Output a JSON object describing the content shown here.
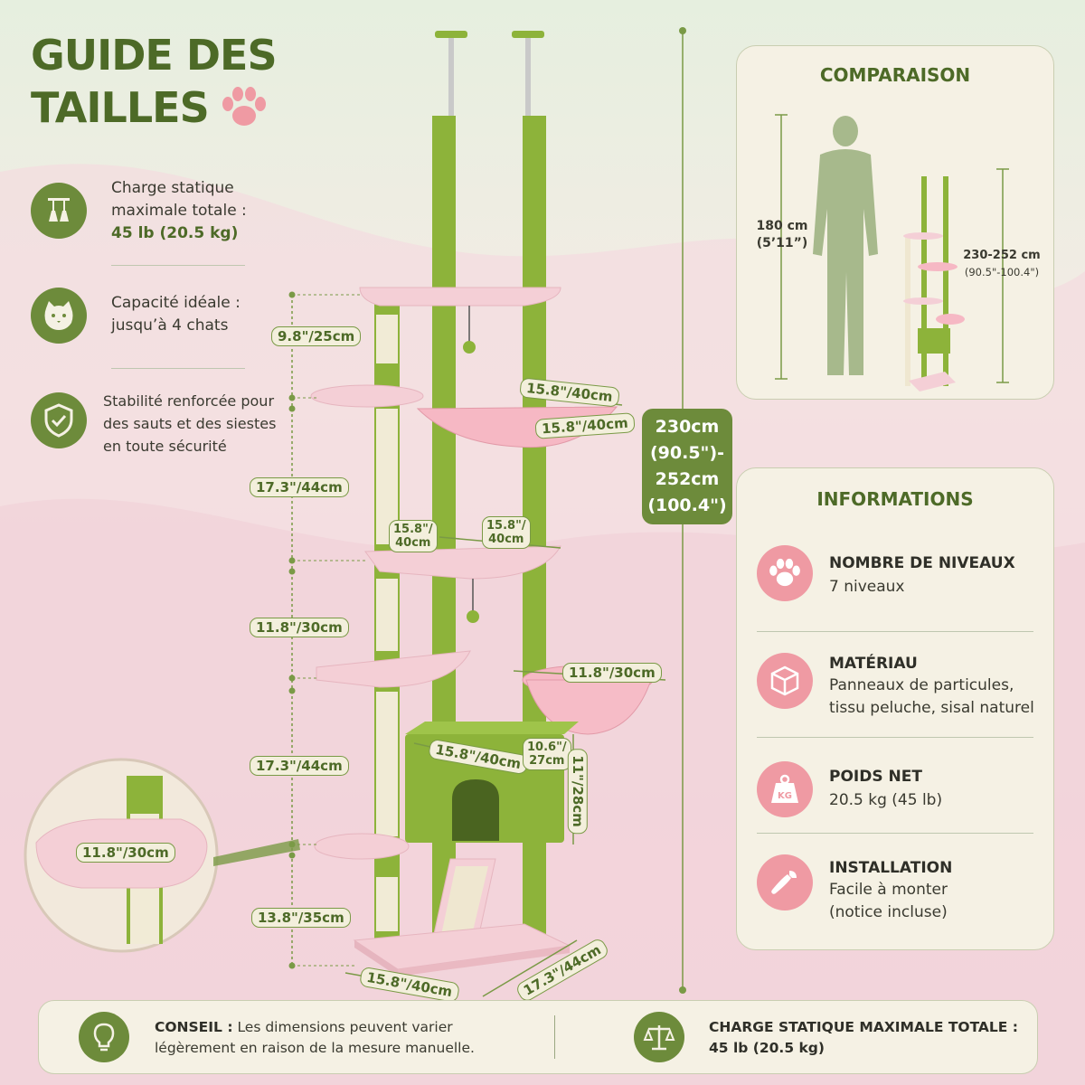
{
  "title": {
    "line1": "GUIDE DES",
    "line2": "TAILLES"
  },
  "features": [
    {
      "icon": "hanging-weights-icon",
      "line1": "Charge statique",
      "line2": "maximale totale :",
      "value": "45 lb (20.5 kg)"
    },
    {
      "icon": "cat-face-icon",
      "line1": "Capacité idéale :",
      "line2": "jusqu’à 4 chats"
    },
    {
      "icon": "shield-check-icon",
      "line1": "Stabilité renforcée pour",
      "line2": "des sauts et des siestes",
      "line3": "en toute sécurité"
    }
  ],
  "dimensions": {
    "top_gap": "9.8\"/25cm",
    "level2": "17.3\"/44cm",
    "level3": "11.8\"/30cm",
    "level4": "17.3\"/44cm",
    "base_gap": "13.8\"/35cm",
    "hammock_w": "15.8\"/40cm",
    "hammock_d": "15.8\"/40cm",
    "platform_a": "15.8\"/\n40cm",
    "platform_b": "15.8\"/\n40cm",
    "basket": "11.8\"/30cm",
    "condo_w": "15.8\"/40cm",
    "condo_d": "10.6\"/\n27cm",
    "condo_h": "11\"/28cm",
    "base_w": "15.8\"/40cm",
    "base_d": "17.3\"/44cm",
    "zoom_step": "11.8\"/30cm",
    "total_height": "230cm\n(90.5\")-\n252cm\n(100.4\")"
  },
  "comparison": {
    "title": "COMPARAISON",
    "person_height": "180 cm",
    "person_height_imperial": "(5’11”)",
    "tree_height": "230-252 cm",
    "tree_height_imperial": "(90.5\"-100.4\")"
  },
  "informations": {
    "title": "INFORMATIONS",
    "items": [
      {
        "icon": "paw-icon",
        "label": "NOMBRE DE NIVEAUX",
        "value": "7 niveaux",
        "value2": ""
      },
      {
        "icon": "box-icon",
        "label": "MATÉRIAU",
        "value": "Panneaux de particules,",
        "value2": "tissu peluche, sisal naturel"
      },
      {
        "icon": "kg-weight-icon",
        "label": "POIDS NET",
        "value": "20.5 kg (45 lb)",
        "value2": ""
      },
      {
        "icon": "wrench-icon",
        "label": "INSTALLATION",
        "value": "Facile à monter",
        "value2": "(notice incluse)"
      }
    ]
  },
  "bottom": {
    "tip_label": "CONSEIL :",
    "tip_text1": " Les dimensions peuvent varier",
    "tip_text2": "légèrement en raison de la mesure manuelle.",
    "load_label": "CHARGE STATIQUE MAXIMALE TOTALE :",
    "load_value": "45 lb (20.5 kg)"
  },
  "colors": {
    "brand_green": "#6d8b3b",
    "dark_green": "#4d6a27",
    "pink": "#ef9aa3",
    "cream": "#f5f1e4",
    "grass": "#8db33a"
  }
}
